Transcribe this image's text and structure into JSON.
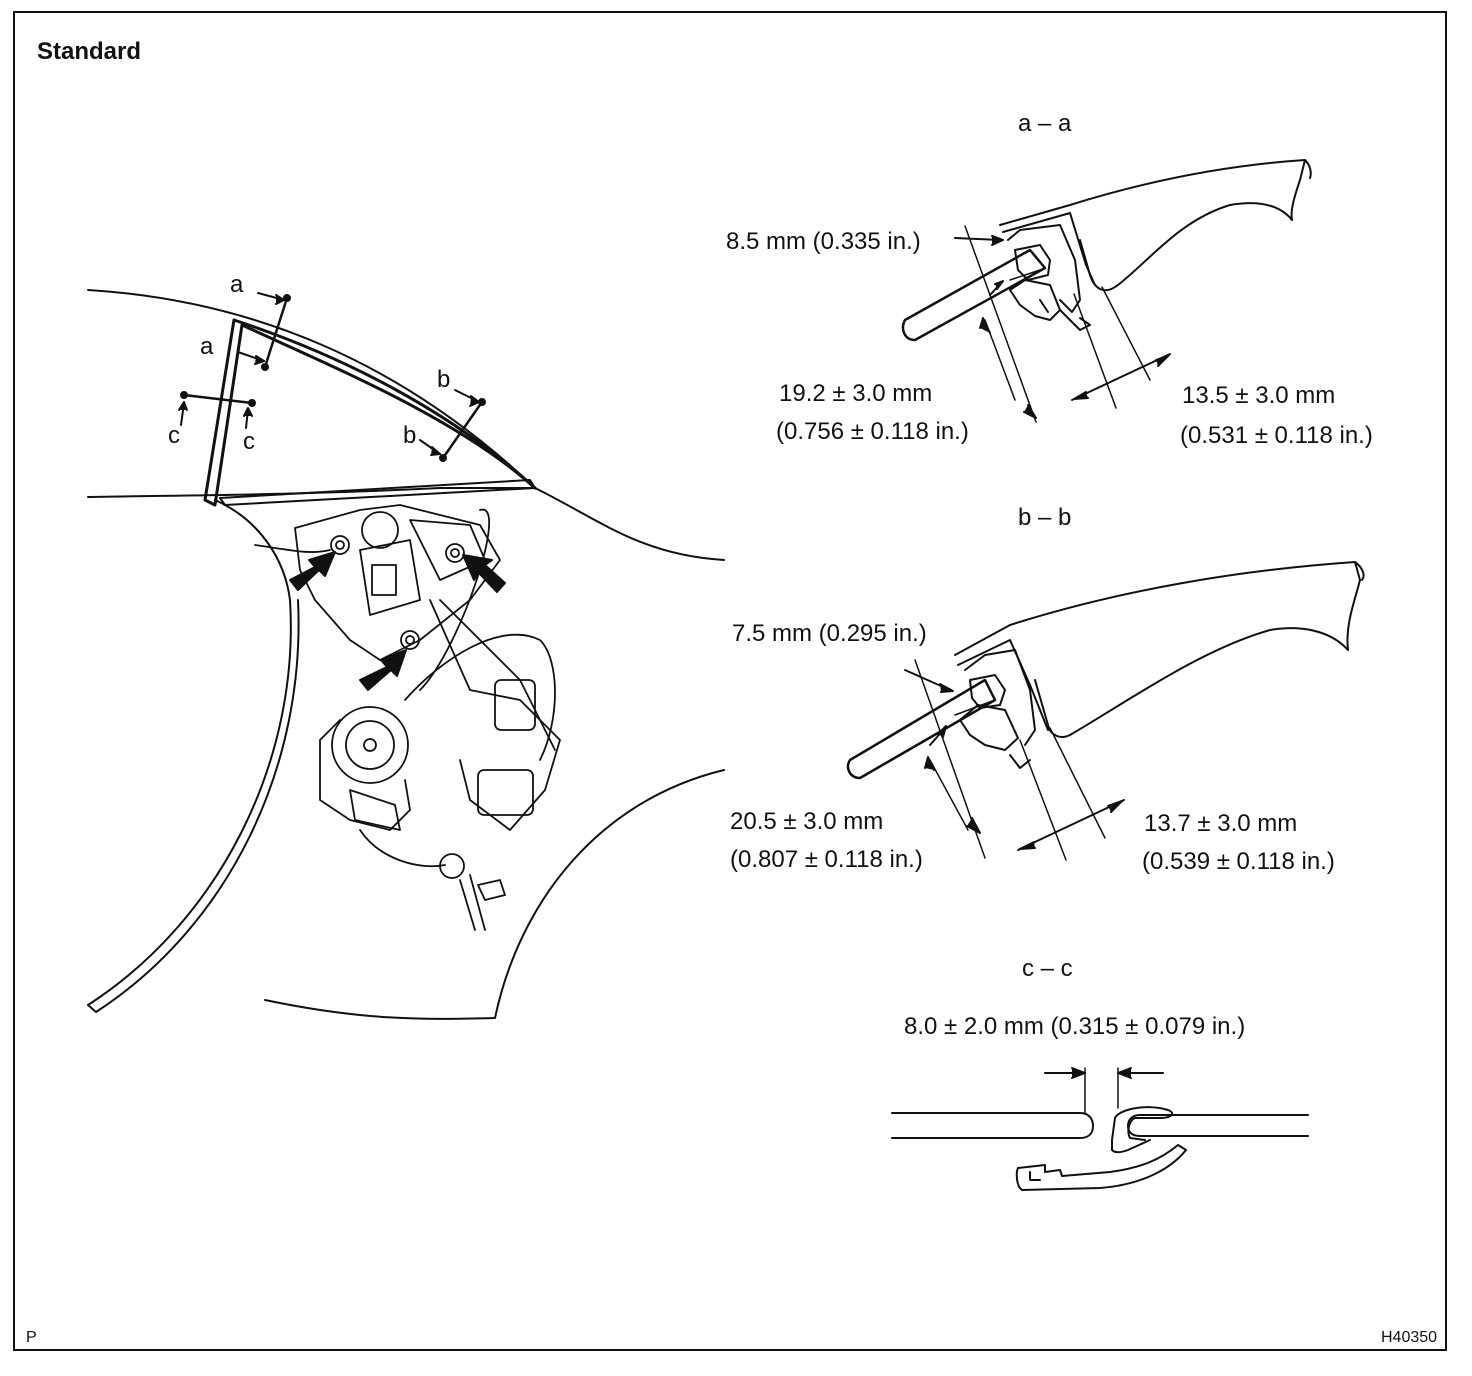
{
  "heading": "Standard",
  "footer": {
    "left": "P",
    "right": "H40350"
  },
  "overview": {
    "markers": {
      "a1": "a",
      "a2": "a",
      "b1": "b",
      "b2": "b",
      "c1": "c",
      "c2": "c"
    }
  },
  "sections": {
    "aa": {
      "title": "a – a",
      "dim_top": "8.5 mm (0.335 in.)",
      "dim_left_1": "19.2 ± 3.0 mm",
      "dim_left_2": "(0.756 ± 0.118 in.)",
      "dim_right_1": "13.5 ± 3.0 mm",
      "dim_right_2": "(0.531 ± 0.118 in.)"
    },
    "bb": {
      "title": "b – b",
      "dim_top": "7.5 mm (0.295 in.)",
      "dim_left_1": "20.5 ± 3.0 mm",
      "dim_left_2": "(0.807 ± 0.118 in.)",
      "dim_right_1": "13.7 ± 3.0 mm",
      "dim_right_2": "(0.539 ± 0.118 in.)"
    },
    "cc": {
      "title": "c – c",
      "dim_top": "8.0 ± 2.0 mm (0.315 ± 0.079 in.)"
    }
  },
  "colors": {
    "line": "#111111",
    "background": "#ffffff"
  }
}
